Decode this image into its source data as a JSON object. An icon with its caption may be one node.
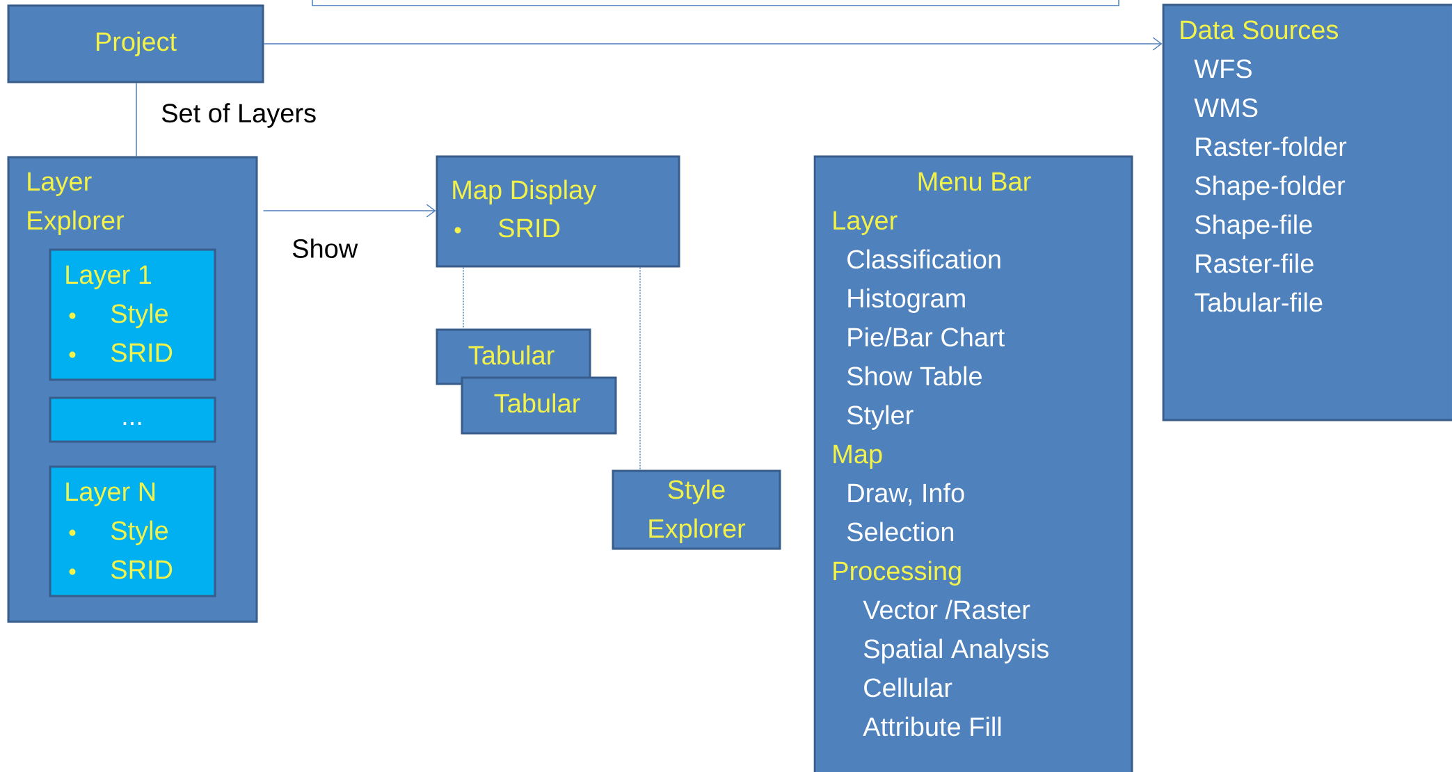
{
  "diagram": {
    "nodes": [
      {
        "text": [
          "Project"
        ]
      },
      {
        "text": [
          "Layer Explorer"
        ]
      },
      {
        "text": [
          "Layer 1",
          "Style",
          "SRID"
        ],
        "in": 1
      },
      {
        "text": [
          "..."
        ],
        "in": 1
      },
      {
        "text": [
          "Layer N",
          "Style",
          "SRID"
        ],
        "in": 1
      },
      {
        "text": [
          "Map Display",
          "SRID"
        ]
      },
      {
        "text": [
          "Tabular"
        ]
      },
      {
        "text": [
          "Tabular"
        ]
      },
      {
        "text": [
          "Style Explorer"
        ]
      },
      {
        "text": [
          "Menu Bar",
          "Layer",
          "Classification",
          "Histogram",
          "Pie/Bar Chart",
          "Show Table",
          "Styler",
          "Map",
          "Draw, Info",
          "Selection",
          "Processing",
          "Vector /Raster",
          "Spatial Analysis",
          "Cellular",
          "Attribute Fill"
        ]
      },
      {
        "text": [
          "Data Sources",
          "WFS",
          "WMS",
          "Raster-folder",
          "Shape-folder",
          "Shape-file",
          "Raster-file",
          "Tabular-file"
        ]
      }
    ],
    "edges": [
      {
        "from": 0,
        "to": 10,
        "arrow": "to"
      },
      {
        "from": 0,
        "to": 1,
        "arrow": "none",
        "label": "Set of Layers"
      },
      {
        "from": 1,
        "to": 5,
        "arrow": "to",
        "label": "Show"
      },
      {
        "from": 5,
        "to": 6,
        "arrow": "none",
        "style": "dashed"
      },
      {
        "from": 5,
        "to": 8,
        "arrow": "none",
        "style": "dashed"
      }
    ]
  }
}
